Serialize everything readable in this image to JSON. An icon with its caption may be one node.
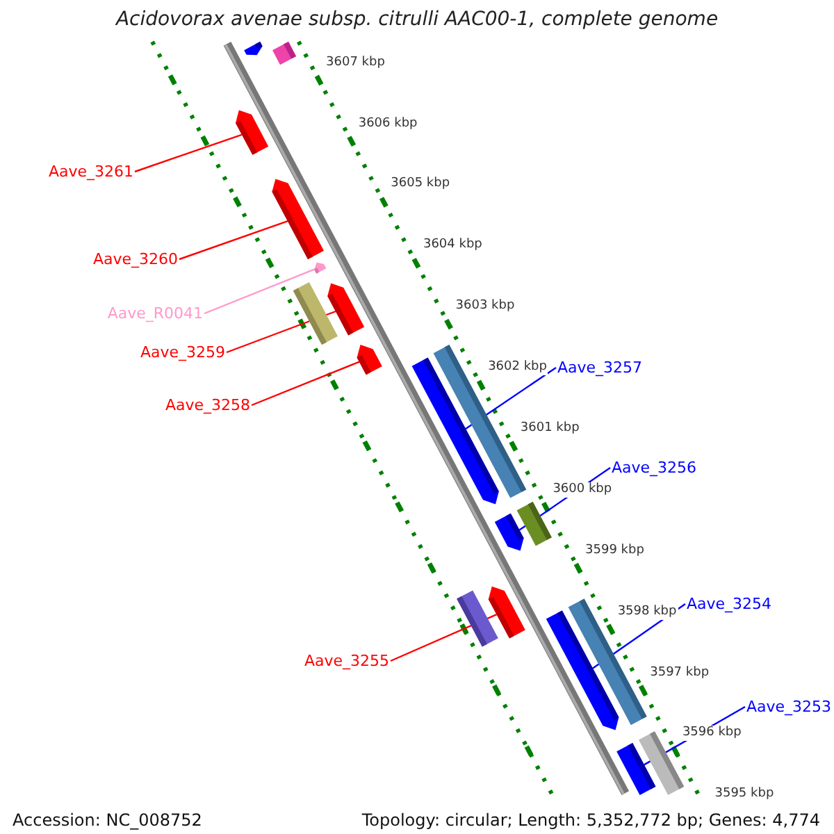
{
  "diagram": {
    "title": "Acidovorax avenae subsp. citrulli AAC00-1, complete genome",
    "nodes": [
      {
        "text": [],
        "shape": "arrow"
      },
      {
        "text": [],
        "shape": "bar"
      },
      {
        "text": [
          "Aave_3261"
        ]
      },
      {
        "text": [],
        "shape": "arrow"
      },
      {
        "text": [
          "Aave_3260"
        ]
      },
      {
        "text": [],
        "shape": "arrow"
      },
      {
        "text": [
          "Aave_R0041"
        ]
      },
      {
        "text": [],
        "shape": "arrow"
      },
      {
        "text": [
          "Aave_3259"
        ]
      },
      {
        "text": [],
        "shape": "arrow"
      },
      {
        "text": [],
        "shape": "bar"
      },
      {
        "text": [
          "Aave_3257"
        ]
      },
      {
        "text": [],
        "shape": "arrow"
      },
      {
        "text": [],
        "shape": "bar"
      },
      {
        "text": [
          "Aave_3258"
        ]
      },
      {
        "text": [],
        "shape": "arrow"
      },
      {
        "text": [
          "Aave_3256"
        ]
      },
      {
        "text": [],
        "shape": "arrow"
      },
      {
        "text": [],
        "shape": "bar"
      },
      {
        "text": [
          "Aave_3254"
        ]
      },
      {
        "text": [],
        "shape": "arrow"
      },
      {
        "text": [],
        "shape": "bar"
      },
      {
        "text": [
          "Aave_3255"
        ]
      },
      {
        "text": [],
        "shape": "arrow"
      },
      {
        "text": [],
        "shape": "bar"
      },
      {
        "text": [
          "Aave_3253"
        ]
      },
      {
        "text": [],
        "shape": "arrow"
      },
      {
        "text": [],
        "shape": "bar"
      }
    ],
    "edges": [
      {
        "from": 2,
        "to": 3,
        "arrow": "none"
      },
      {
        "from": 4,
        "to": 5,
        "arrow": "none"
      },
      {
        "from": 6,
        "to": 7,
        "arrow": "none",
        "color": "#ff99cc"
      },
      {
        "from": 8,
        "to": 9,
        "arrow": "none"
      },
      {
        "from": 11,
        "to": 12,
        "arrow": "none",
        "color": "#0000ff"
      },
      {
        "from": 14,
        "to": 15,
        "arrow": "none"
      },
      {
        "from": 16,
        "to": 17,
        "arrow": "none",
        "color": "#0000ff"
      },
      {
        "from": 19,
        "to": 20,
        "arrow": "none",
        "color": "#0000ff"
      },
      {
        "from": 22,
        "to": 23,
        "arrow": "none"
      },
      {
        "from": 25,
        "to": 26,
        "arrow": "none",
        "color": "#0000ff"
      }
    ],
    "labels": [
      "3607 kbp",
      "3606 kbp",
      "3605 kbp",
      "3604 kbp",
      "3603 kbp",
      "3602 kbp",
      "3601 kbp",
      "3600 kbp",
      "3599 kbp",
      "3598 kbp",
      "3597 kbp",
      "3596 kbp",
      "3595 kbp",
      "Accession: NC_008752",
      "Topology: circular; Length: 5,352,772 bp; Genes: 4,774"
    ]
  }
}
